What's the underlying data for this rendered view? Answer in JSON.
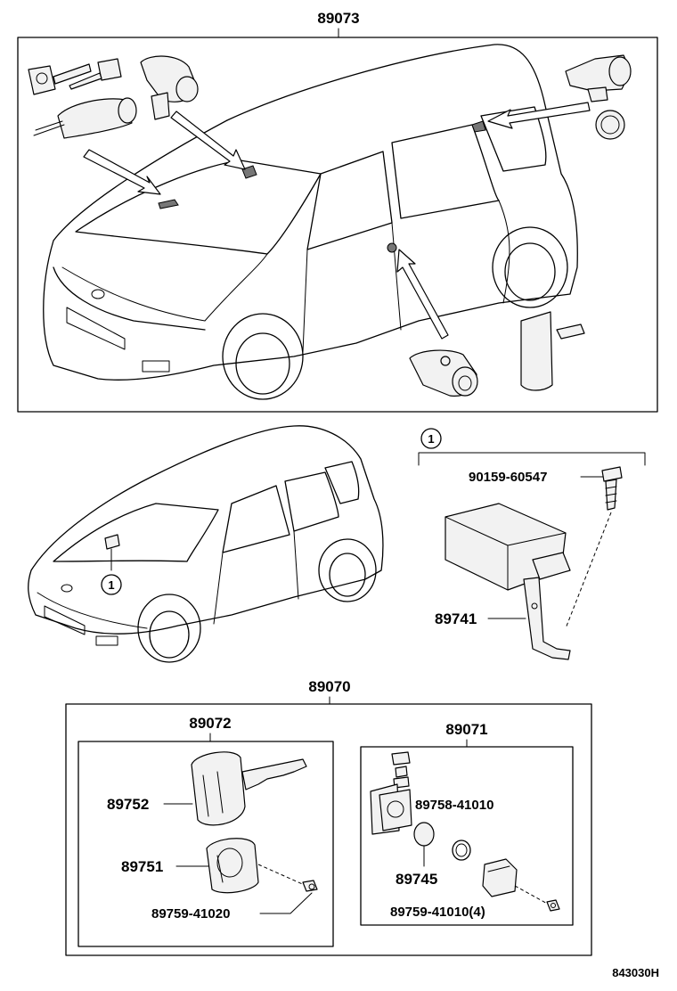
{
  "labels": {
    "top_assembly": "89073",
    "ref_1": "1",
    "bolt": "90159-60547",
    "ecu_bracket": "89741",
    "bottom_assembly": "89070",
    "key_set": "89072",
    "lock_set": "89071",
    "key_blank": "89752",
    "key_plate": "89751",
    "key_screw": "89759-41020",
    "lock_part": "89758-41010",
    "lock_disc": "89745",
    "lock_screw": "89759-41010(4)",
    "diagram_code": "843030H"
  },
  "icons": [
    "ignition-key",
    "door-lock-cylinder",
    "ignition-lock-cylinder",
    "transponder-ecu",
    "screw"
  ]
}
